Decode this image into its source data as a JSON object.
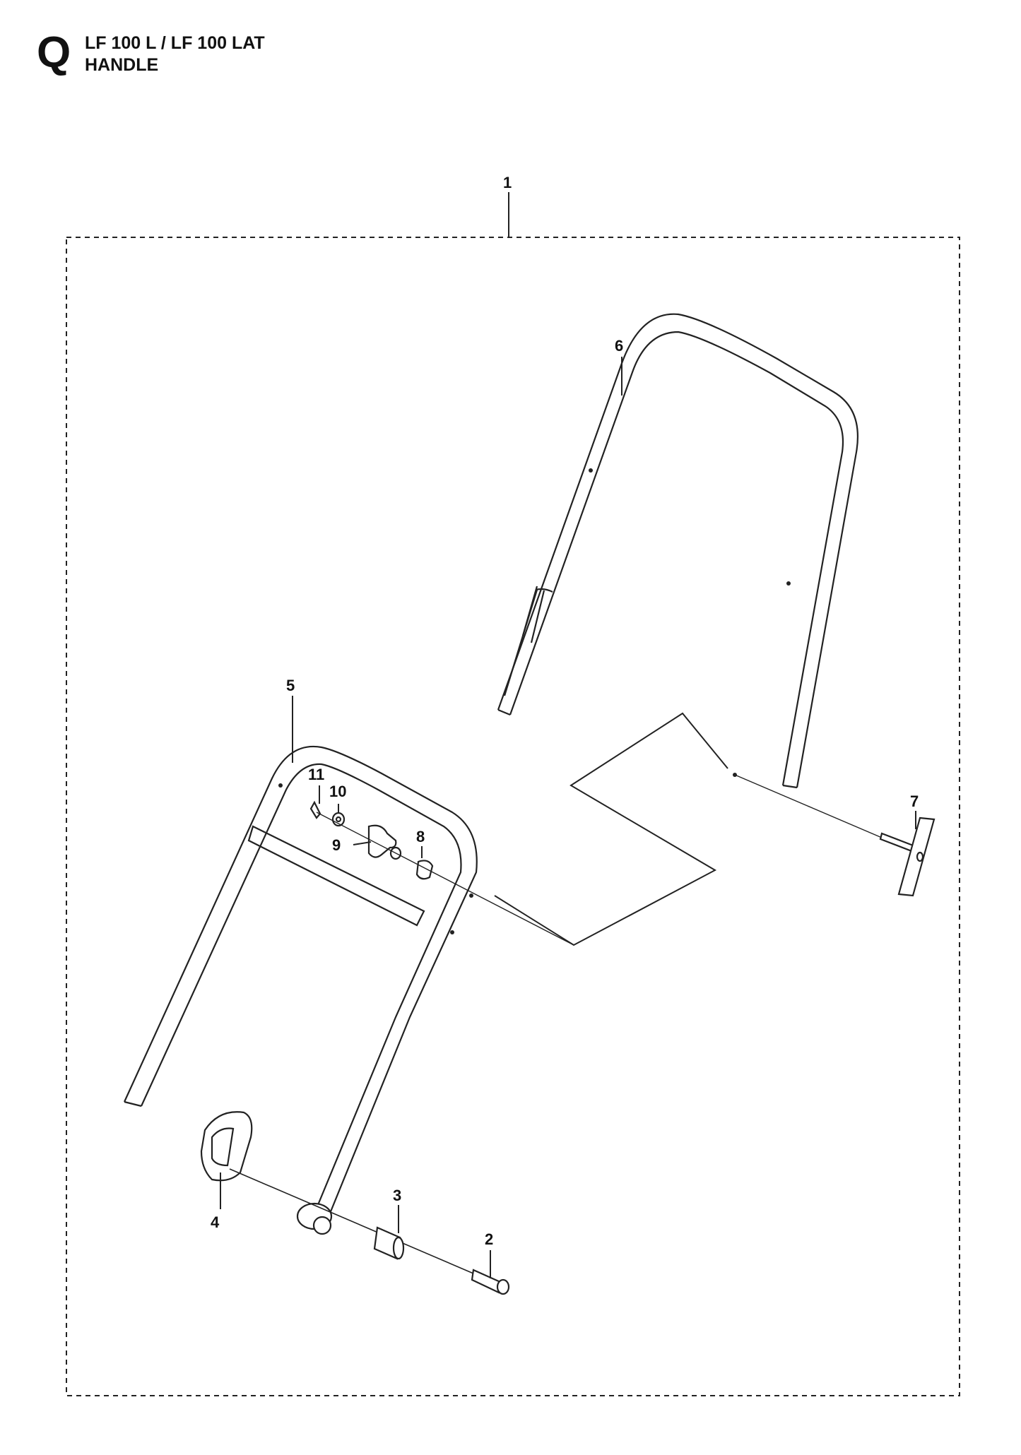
{
  "header": {
    "section_letter": "Q",
    "model": "LF 100 L / LF 100 LAT",
    "part_group": "HANDLE"
  },
  "callouts": {
    "c1": "1",
    "c2": "2",
    "c3": "3",
    "c4": "4",
    "c5": "5",
    "c6": "6",
    "c7": "7",
    "c8": "8",
    "c9": "9",
    "c10": "10",
    "c11": "11"
  }
}
